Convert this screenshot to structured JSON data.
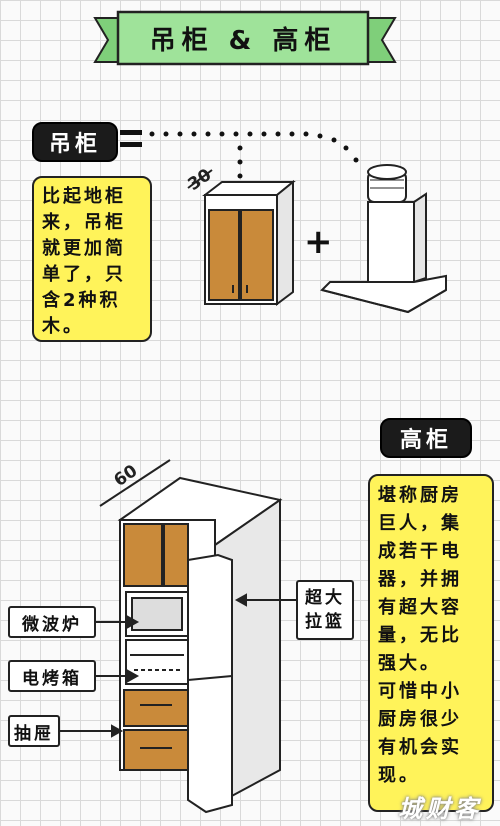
{
  "banner": {
    "title": "吊柜 & 高柜"
  },
  "wall_cabinet": {
    "heading": "吊柜",
    "note": "比起地柜\n来，吊柜\n就更加简\n单了，只\n含2种积\n木。",
    "depth_label": "30"
  },
  "tall_cabinet": {
    "heading": "高柜",
    "note": "堪称厨房\n巨人，集\n成若干电\n器，并拥\n有超大容\n量，无比\n强大。\n可惜中小\n厨房很少\n有机会实\n现。",
    "depth_label": "60",
    "labels": {
      "microwave": "微波炉",
      "oven": "电烤箱",
      "drawer": "抽屉",
      "pull_basket": "超大\n拉篮"
    }
  },
  "colors": {
    "note_bg": "#fff35a",
    "banner_bg": "#9fe39a",
    "wood": "#c98a3a",
    "ink": "#111111"
  },
  "watermark": "城财客"
}
